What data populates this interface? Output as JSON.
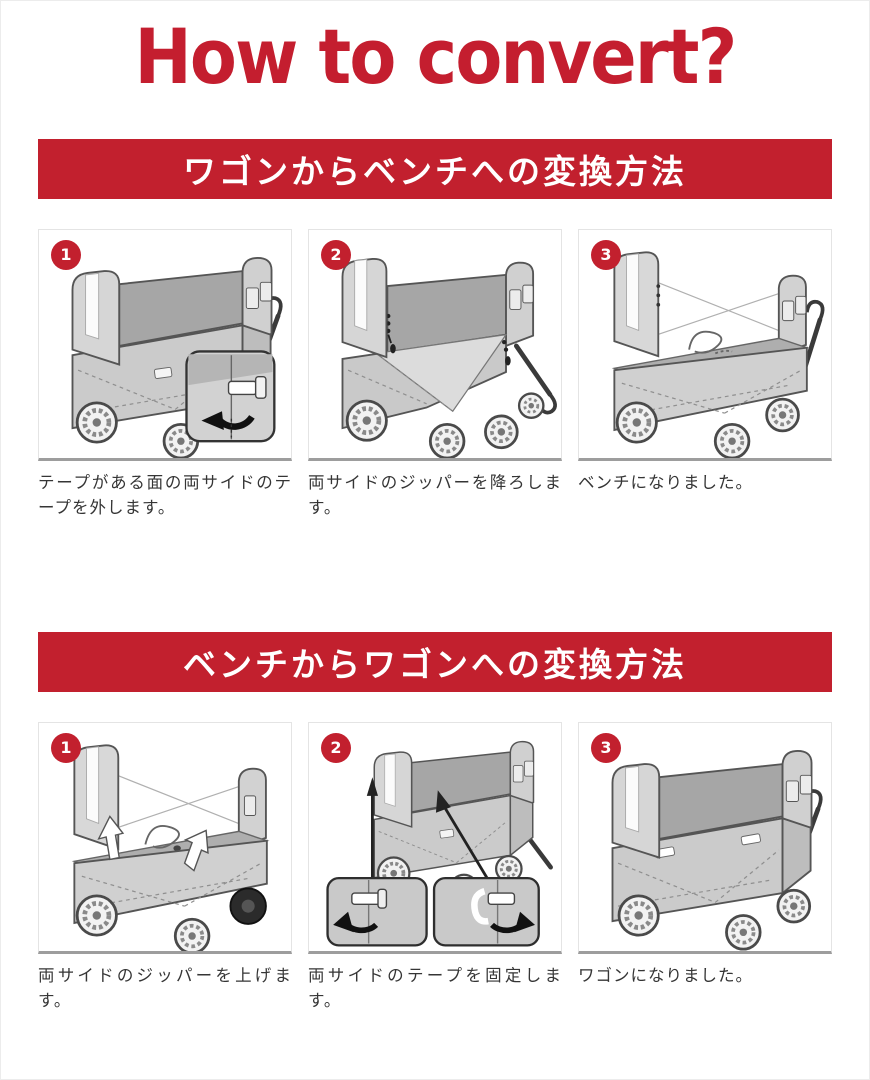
{
  "page": {
    "title": "How to convert?",
    "accent_color": "#c2202e",
    "title_color": "#c41e2f",
    "background": "#ffffff"
  },
  "sections": [
    {
      "banner": "ワゴンからベンチへの変換方法",
      "steps": [
        {
          "number": "1",
          "caption": "テープがある面の両サイドのテープを外します。",
          "illustration": "wagon-with-tape-detail-callout"
        },
        {
          "number": "2",
          "caption": "両サイドのジッパーを降ろします。",
          "illustration": "wagon-side-lowered-by-zipper"
        },
        {
          "number": "3",
          "caption": "ベンチになりました。",
          "illustration": "converted-bench"
        }
      ]
    },
    {
      "banner": "ベンチからワゴンへの変換方法",
      "steps": [
        {
          "number": "1",
          "caption": "両サイドのジッパーを上げます。",
          "illustration": "bench-zippers-raised-arrows"
        },
        {
          "number": "2",
          "caption": "両サイドのテープを固定します。",
          "illustration": "wagon-tape-fastening-callouts"
        },
        {
          "number": "3",
          "caption": "ワゴンになりました。",
          "illustration": "converted-wagon"
        }
      ]
    }
  ]
}
